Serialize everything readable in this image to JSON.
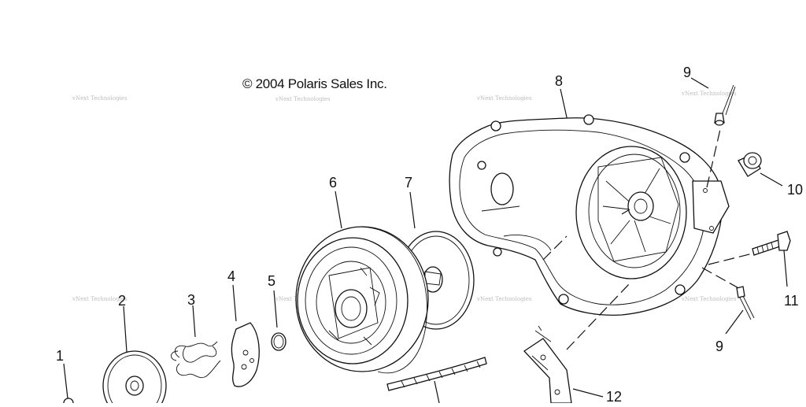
{
  "diagram": {
    "copyright": "© 2004 Polaris Sales Inc.",
    "watermark": "vNext Technologies",
    "callouts": {
      "p1": "1",
      "p2": "2",
      "p3": "3",
      "p4": "4",
      "p5": "5",
      "p6": "6",
      "p7": "7",
      "p8": "8",
      "p9a": "9",
      "p9b": "9",
      "p10": "10",
      "p11": "11",
      "p12": "12"
    }
  }
}
